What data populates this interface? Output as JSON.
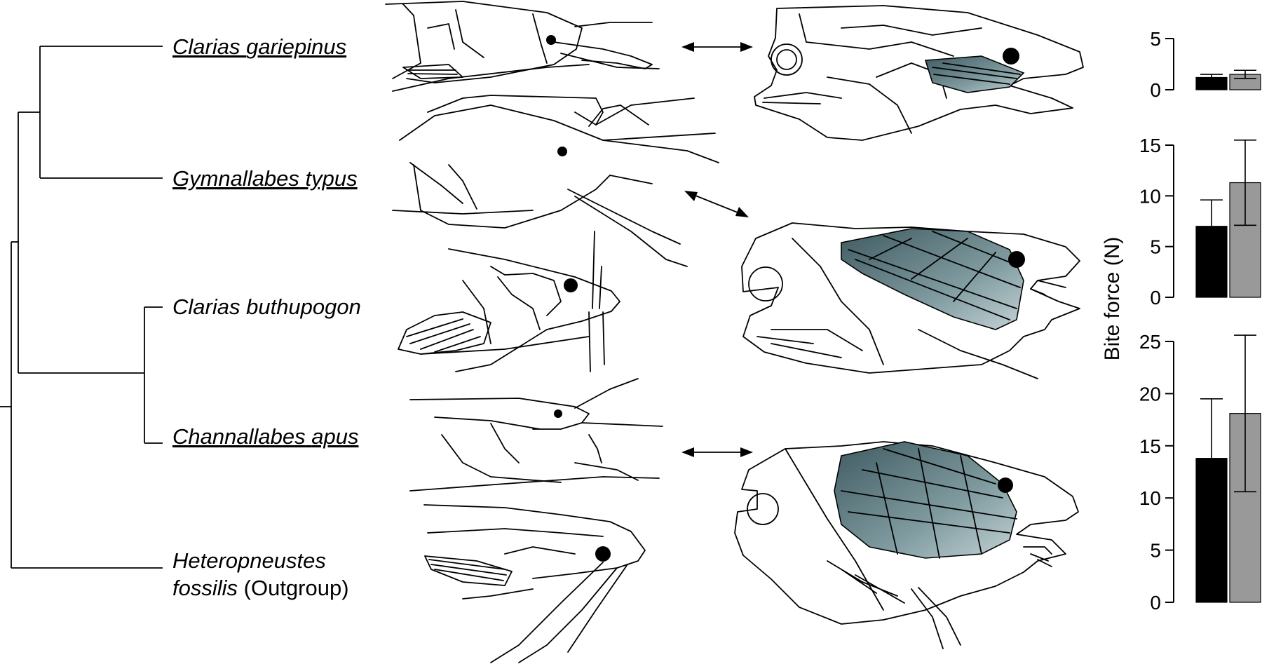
{
  "species": [
    {
      "genus": "Clarias",
      "epithet": "gariepinus",
      "note": "",
      "underlined": true
    },
    {
      "genus": "Gymnallabes",
      "epithet": "typus",
      "note": "",
      "underlined": true
    },
    {
      "genus": "Clarias",
      "epithet": "buthupogon",
      "note": "",
      "underlined": false
    },
    {
      "genus": "Channallabes",
      "epithet": "apus",
      "note": "",
      "underlined": true
    },
    {
      "genus": "Heteropneustes",
      "epithet": "fossilis",
      "note": "(Outgroup)",
      "underlined": false
    }
  ],
  "colors": {
    "bar_black": "#000000",
    "bar_grey": "#999999",
    "muscle_fill": "#6f8c92",
    "muscle_light": "#b9cacd",
    "line": "#000000"
  },
  "chart_data": [
    {
      "type": "bar",
      "ylabel": "Bite force (N)",
      "ylim": [
        0,
        5
      ],
      "yticks": [
        0,
        5
      ],
      "series": [
        {
          "values": [
            1.2
          ],
          "error": [
            0.3
          ]
        },
        {
          "values": [
            1.5
          ],
          "error": [
            0.4
          ]
        }
      ]
    },
    {
      "type": "bar",
      "ylabel": "Bite force (N)",
      "ylim": [
        0,
        15
      ],
      "yticks": [
        0,
        5,
        10,
        15
      ],
      "series": [
        {
          "values": [
            7.0
          ],
          "error": [
            2.6
          ]
        },
        {
          "values": [
            11.3
          ],
          "error": [
            4.2
          ]
        }
      ]
    },
    {
      "type": "bar",
      "ylabel": "Bite force (N)",
      "ylim": [
        0,
        25
      ],
      "yticks": [
        0,
        5,
        10,
        15,
        20,
        25
      ],
      "series": [
        {
          "values": [
            13.8
          ],
          "error": [
            5.7
          ]
        },
        {
          "values": [
            18.1
          ],
          "error": [
            7.5
          ]
        }
      ]
    }
  ]
}
